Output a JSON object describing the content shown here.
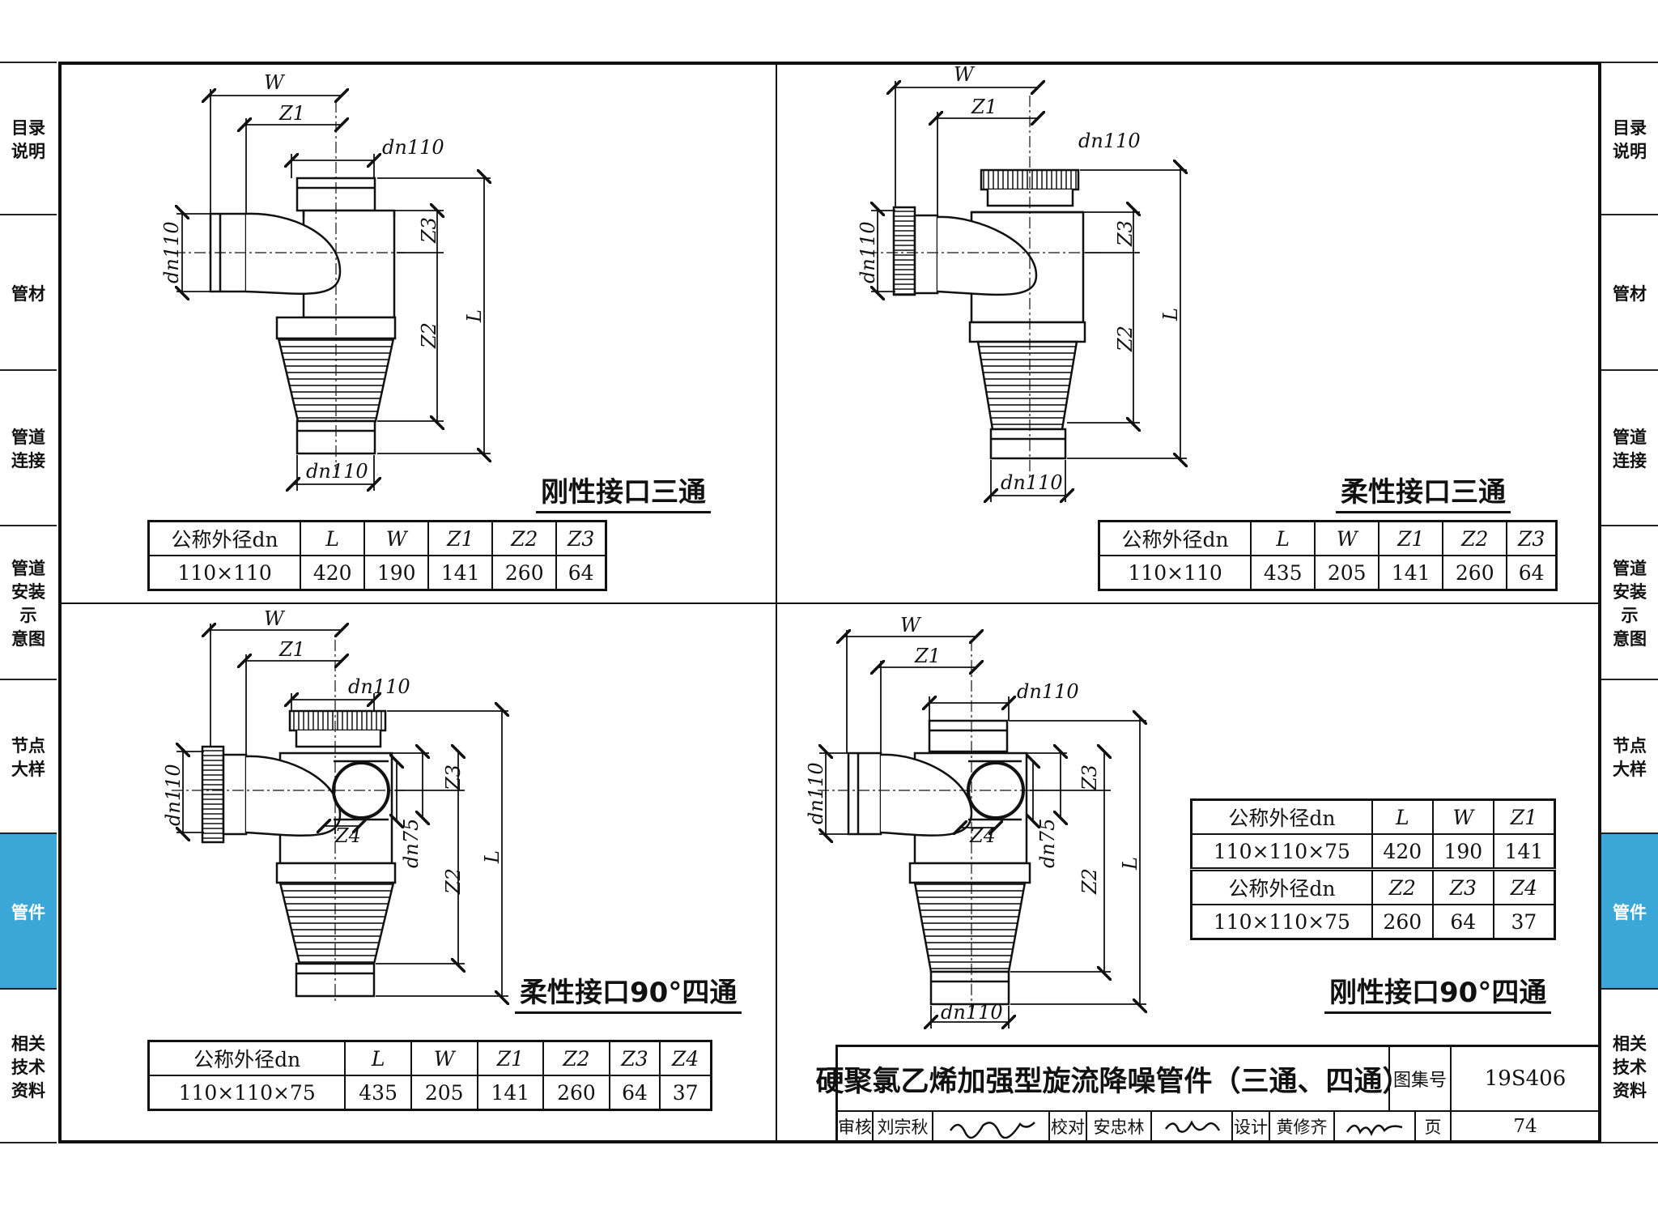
{
  "sidebar": {
    "items": [
      {
        "label": "目录\n说明"
      },
      {
        "label": "管材"
      },
      {
        "label": "管道\n连接"
      },
      {
        "label": "管道\n安装\n示\n意图"
      },
      {
        "label": "节点\n大样"
      },
      {
        "label": "管件",
        "active": true
      },
      {
        "label": "相关\n技术\n资料"
      }
    ]
  },
  "dim_labels": {
    "W": "W",
    "Z1": "Z1",
    "Z2": "Z2",
    "Z3": "Z3",
    "Z4": "Z4",
    "L": "L",
    "dn110": "dn110",
    "dn75": "dn75"
  },
  "drawings": [
    {
      "title": "刚性接口三通",
      "table": {
        "header": [
          "公称外径dn",
          "L",
          "W",
          "Z1",
          "Z2",
          "Z3"
        ],
        "row": [
          "110×110",
          "420",
          "190",
          "141",
          "260",
          "64"
        ]
      }
    },
    {
      "title": "柔性接口三通",
      "table": {
        "header": [
          "公称外径dn",
          "L",
          "W",
          "Z1",
          "Z2",
          "Z3"
        ],
        "row": [
          "110×110",
          "435",
          "205",
          "141",
          "260",
          "64"
        ]
      }
    },
    {
      "title": "柔性接口90°四通",
      "table": {
        "header": [
          "公称外径dn",
          "L",
          "W",
          "Z1",
          "Z2",
          "Z3",
          "Z4"
        ],
        "row": [
          "110×110×75",
          "435",
          "205",
          "141",
          "260",
          "64",
          "37"
        ]
      }
    },
    {
      "title": "刚性接口90°四通",
      "table": {
        "header1": [
          "公称外径dn",
          "L",
          "W",
          "Z1"
        ],
        "row1": [
          "110×110×75",
          "420",
          "190",
          "141"
        ],
        "header2": [
          "公称外径dn",
          "Z2",
          "Z3",
          "Z4"
        ],
        "row2": [
          "110×110×75",
          "260",
          "64",
          "37"
        ]
      }
    }
  ],
  "title_block": {
    "title": "硬聚氯乙烯加强型旋流降噪管件（三通、四通）",
    "atlas_label": "图集号",
    "atlas_no": "19S406",
    "review_label": "审核",
    "review_name": "刘宗秋",
    "check_label": "校对",
    "check_name": "安忠林",
    "design_label": "设计",
    "design_name": "黄修齐",
    "page_label": "页",
    "page_no": "74"
  }
}
